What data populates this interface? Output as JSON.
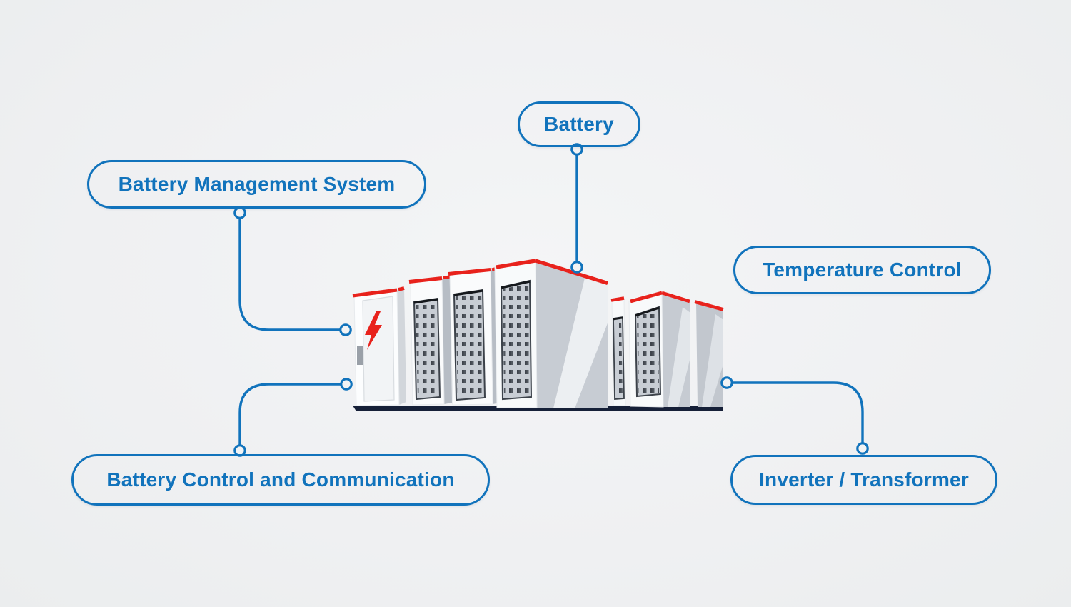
{
  "diagram": {
    "title_semantic": "battery-energy-storage-system-diagram",
    "background_color": "#eff0f2",
    "accent_blue": "#1173bc",
    "accent_red": "#e8221c",
    "base_color": "#162038",
    "labels": {
      "battery": "Battery",
      "bms": "Battery Management System",
      "temperature": "Temperature Control",
      "control_comm": "Battery Control and Communication",
      "inverter": "Inverter / Transformer"
    },
    "icons": {
      "lightning": "lightning-bolt-icon"
    },
    "connectors": [
      {
        "from": "battery",
        "to": "cabinet-top"
      },
      {
        "from": "bms",
        "to": "cabinet-left-upper"
      },
      {
        "from": "control_comm",
        "to": "cabinet-left-lower"
      },
      {
        "from": "inverter",
        "to": "cabinet-right"
      }
    ]
  }
}
